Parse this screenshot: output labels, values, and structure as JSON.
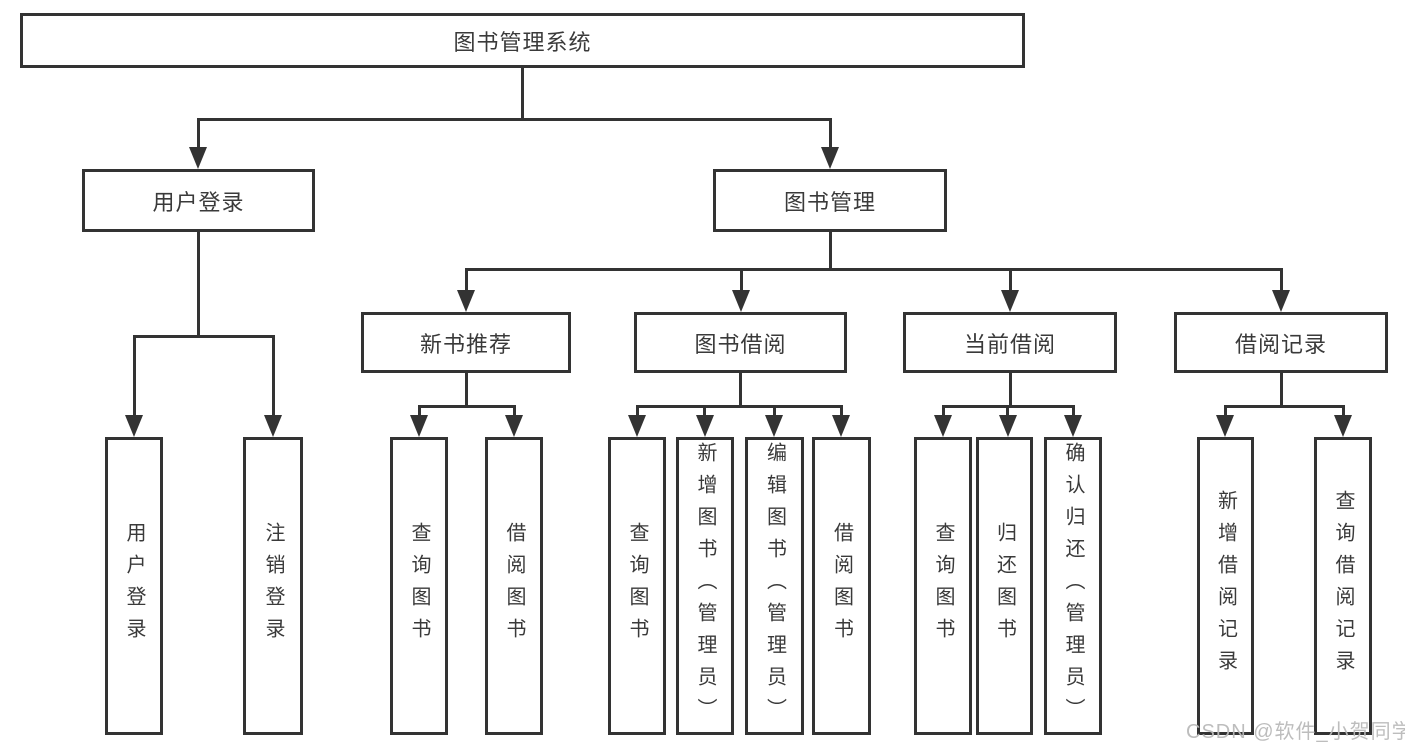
{
  "diagram": {
    "title": "图书管理系统",
    "root": {
      "label": "图书管理系统"
    },
    "level2": [
      {
        "label": "用户登录"
      },
      {
        "label": "图书管理"
      }
    ],
    "level3": [
      {
        "label": "新书推荐",
        "parent": "图书管理"
      },
      {
        "label": "图书借阅",
        "parent": "图书管理"
      },
      {
        "label": "当前借阅",
        "parent": "图书管理"
      },
      {
        "label": "借阅记录",
        "parent": "图书管理"
      }
    ],
    "leaves": [
      {
        "label": "用户登录",
        "parent": "用户登录"
      },
      {
        "label": "注销登录",
        "parent": "用户登录"
      },
      {
        "label": "查询图书",
        "parent": "新书推荐"
      },
      {
        "label": "借阅图书",
        "parent": "新书推荐"
      },
      {
        "label": "查询图书",
        "parent": "图书借阅"
      },
      {
        "label": "新增图书（管理员）",
        "parent": "图书借阅"
      },
      {
        "label": "编辑图书（管理员）",
        "parent": "图书借阅"
      },
      {
        "label": "借阅图书",
        "parent": "图书借阅"
      },
      {
        "label": "查询图书",
        "parent": "当前借阅"
      },
      {
        "label": "归还图书",
        "parent": "当前借阅"
      },
      {
        "label": "确认归还（管理员）",
        "parent": "当前借阅"
      },
      {
        "label": "新增借阅记录",
        "parent": "借阅记录"
      },
      {
        "label": "查询借阅记录",
        "parent": "借阅记录"
      }
    ]
  },
  "watermark": {
    "text": "CSDN @软件_小贺同学"
  },
  "colors": {
    "line": "#333333",
    "text": "#3a3a3a",
    "watermark": "#b9b9b9"
  }
}
